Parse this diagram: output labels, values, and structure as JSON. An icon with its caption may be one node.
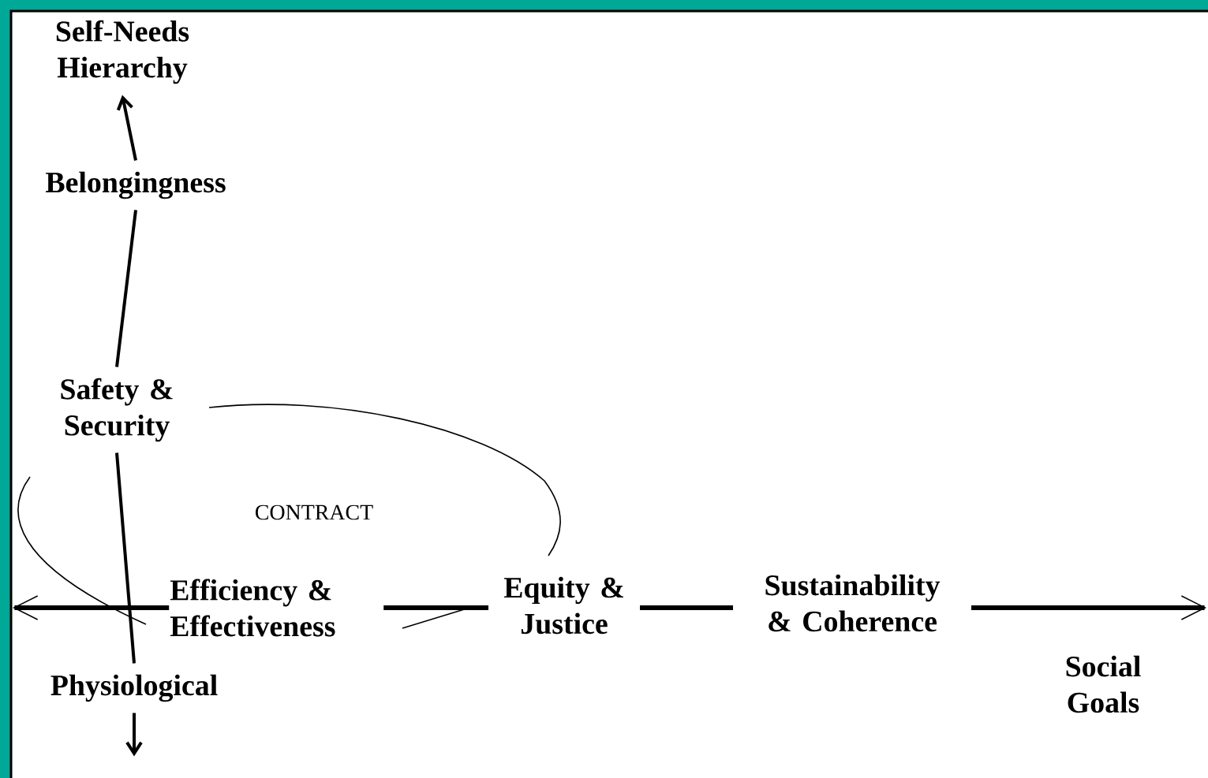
{
  "diagram": {
    "nodes": [
      {
        "text": [
          "Self-Needs Hierarchy"
        ]
      },
      {
        "text": [
          "Belongingness"
        ]
      },
      {
        "text": [
          "Safety & Security"
        ]
      },
      {
        "text": [
          "Physiological"
        ]
      }
    ],
    "edges": [
      {
        "from": 1,
        "to": 0,
        "arrow": "to"
      },
      {
        "from": 2,
        "to": 1,
        "arrow": "none"
      },
      {
        "from": 3,
        "to": 2,
        "arrow": "none"
      },
      {
        "from": 3,
        "to": null,
        "arrow": "to"
      }
    ],
    "labels": [
      "CONTRACT",
      "Efficiency & Effectiveness",
      "Equity & Justice",
      "Sustainability & Coherence",
      "Social Goals"
    ]
  }
}
